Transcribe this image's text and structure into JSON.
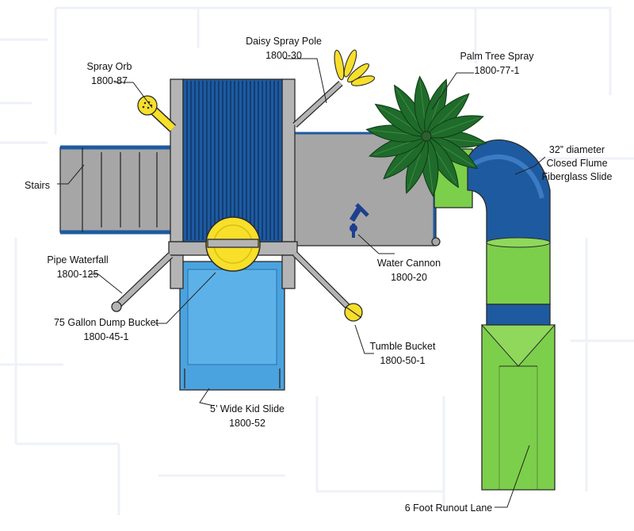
{
  "colors": {
    "deck_gray": "#a6a6a6",
    "post_gray": "#b4b4b4",
    "slide_blue": "#1e5aa0",
    "kid_slide_blue": "#4aa3df",
    "flume_green": "#7ccf4a",
    "yellow": "#f7df2a",
    "palm_green": "#1f6b2a",
    "grid_line": "#eef1f7"
  },
  "labels": {
    "daisy_spray_pole": {
      "name": "Daisy Spray Pole",
      "code": "1800-30"
    },
    "spray_orb": {
      "name": "Spray Orb",
      "code": "1800-87"
    },
    "palm_tree_spray": {
      "name": "Palm Tree Spray",
      "code": "1800-77-1"
    },
    "closed_flume": {
      "line1": "32” diameter",
      "line2": "Closed Flume",
      "line3": "Fiberglass Slide"
    },
    "stairs": {
      "name": "Stairs"
    },
    "pipe_waterfall": {
      "name": "Pipe Waterfall",
      "code": "1800-125"
    },
    "water_cannon": {
      "name": "Water Cannon",
      "code": "1800-20"
    },
    "dump_bucket": {
      "name": "75 Gallon Dump Bucket",
      "code": "1800-45-1"
    },
    "tumble_bucket": {
      "name": "Tumble Bucket",
      "code": "1800-50-1"
    },
    "kid_slide": {
      "name": "5’ Wide Kid Slide",
      "code": "1800-52"
    },
    "runout_lane": {
      "name": "6 Foot Runout Lane"
    }
  }
}
